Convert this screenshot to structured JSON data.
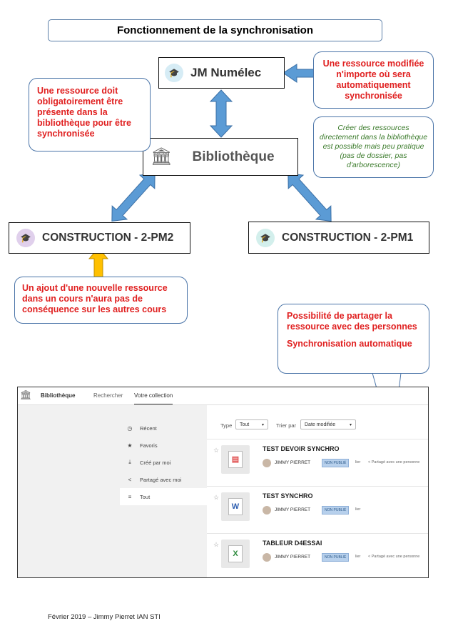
{
  "title": "Fonctionnement de la synchronisation",
  "nodes": {
    "jm": "JM Numélec",
    "bib": "Bibliothèque",
    "pm2": "CONSTRUCTION - 2-PM2",
    "pm1": "CONSTRUCTION - 2-PM1"
  },
  "callouts": {
    "top_right": "Une ressource modifiée n'importe où sera automatiquement synchronisée",
    "left": "Une ressource doit obligatoirement être présente dans la bibliothèque pour être synchronisée",
    "green": "Créer des ressources directement dans la bibliothèque est possible mais peu pratique (pas de dossier, pas d'arborescence)",
    "bottom_left": "Un ajout d'une nouvelle ressource dans un cours n'aura pas de conséquence sur les autres cours",
    "share_1": "Possibilité de partager la ressource avec des personnes",
    "share_2": "Synchronisation automatique"
  },
  "colors": {
    "arrow_blue": "#5b9bd5",
    "arrow_yellow": "#ffc000",
    "red_text": "#e02020",
    "green_text": "#3a7a2a"
  },
  "screenshot": {
    "nav": {
      "brand": "Bibliothèque",
      "search": "Rechercher",
      "collection": "Votre collection"
    },
    "menu": [
      {
        "icon": "clock-icon",
        "glyph": "◷",
        "label": "Récent"
      },
      {
        "icon": "star-icon",
        "glyph": "★",
        "label": "Favoris"
      },
      {
        "icon": "download-icon",
        "glyph": "⤓",
        "label": "Créé par moi"
      },
      {
        "icon": "share-icon",
        "glyph": "<",
        "label": "Partagé avec moi"
      },
      {
        "icon": "menu-icon",
        "glyph": "≡",
        "label": "Tout"
      }
    ],
    "filters": {
      "type_label": "Type",
      "type_value": "Tout",
      "sort_label": "Trier par",
      "sort_value": "Date modifiée"
    },
    "items": [
      {
        "title": "TEST DEVOIR SYNCHRO",
        "author": "JIMMY PIERRET",
        "status": "NON PUBLIÉ",
        "link": "lier",
        "share": "Partagé avec une personne",
        "kind": "doc",
        "glyph": "▤"
      },
      {
        "title": "TEST SYNCHRO",
        "author": "JIMMY PIERRET",
        "status": "NON PUBLIÉ",
        "link": "lier",
        "share": "",
        "kind": "word",
        "glyph": "W"
      },
      {
        "title": "TABLEUR D4ESSAI",
        "author": "JIMMY PIERRET",
        "status": "NON PUBLIÉ",
        "link": "lier",
        "share": "Partagé avec une personne",
        "kind": "excel",
        "glyph": "X"
      }
    ]
  },
  "footer": "Février 2019 – Jimmy Pierret IAN STI"
}
